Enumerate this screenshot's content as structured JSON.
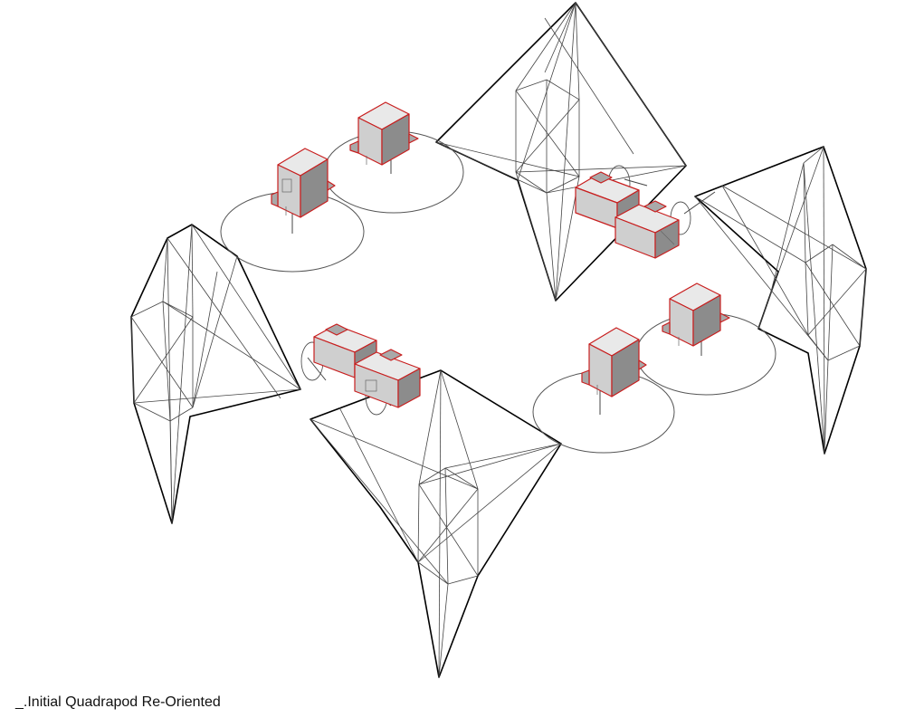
{
  "caption": "_.Initial Quadrapod Re-Oriented",
  "colors": {
    "background": "#ffffff",
    "leg_outline": "#000000",
    "servo_outline": "#c81e1e",
    "servo_fill": "#e9e9e9",
    "servo_shadow": "#8c8c8c",
    "ring": "#555555"
  },
  "components": {
    "legs": [
      "leg-front-right",
      "leg-right",
      "leg-left",
      "leg-front-bottom"
    ],
    "servo_pairs": [
      "servo-pair-top-left",
      "servo-pair-top-right",
      "servo-pair-bottom-left",
      "servo-pair-bottom-right"
    ]
  }
}
